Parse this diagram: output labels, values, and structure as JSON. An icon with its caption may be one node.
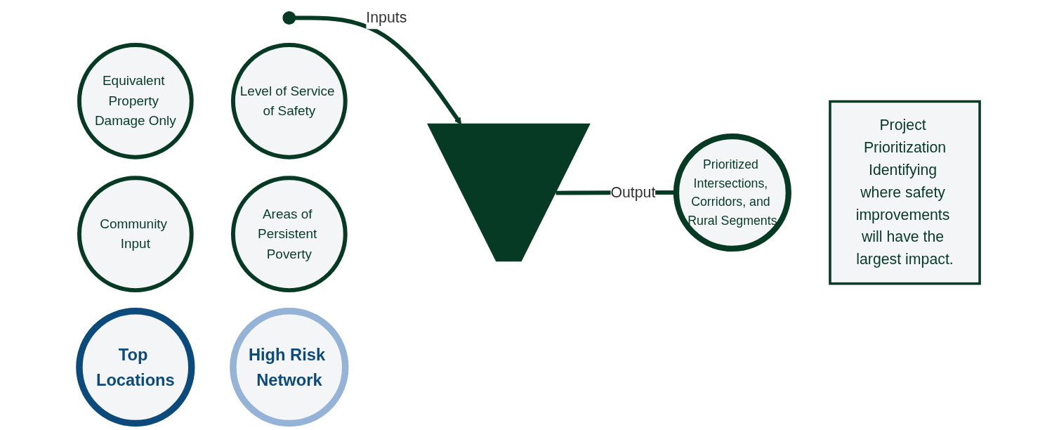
{
  "diagram": {
    "nodes": [
      {
        "text": [
          "Top Locations"
        ]
      },
      {
        "text": [
          "High Risk Network"
        ]
      },
      {
        "text": [
          "Equivalent Property Damage Only"
        ]
      },
      {
        "text": [
          "Level of Service of Safety"
        ]
      },
      {
        "text": [
          "Community Input"
        ]
      },
      {
        "text": [
          "Areas of Persistent Poverty"
        ]
      },
      {
        "text": [],
        "shape": "circle"
      },
      {
        "text": [],
        "shape": "trapezoid"
      },
      {
        "text": [
          "Prioritized Intersections, Corridors, and Rural Segments"
        ]
      },
      {
        "text": [
          "Project Prioritization",
          "Identifying where safety improvements will have the largest impact."
        ]
      }
    ],
    "edges": [
      {
        "from": 6,
        "to": 7,
        "arrow": "to",
        "label": "Inputs"
      },
      {
        "from": 7,
        "to": 8,
        "arrow": "none",
        "label": "Output"
      }
    ]
  }
}
